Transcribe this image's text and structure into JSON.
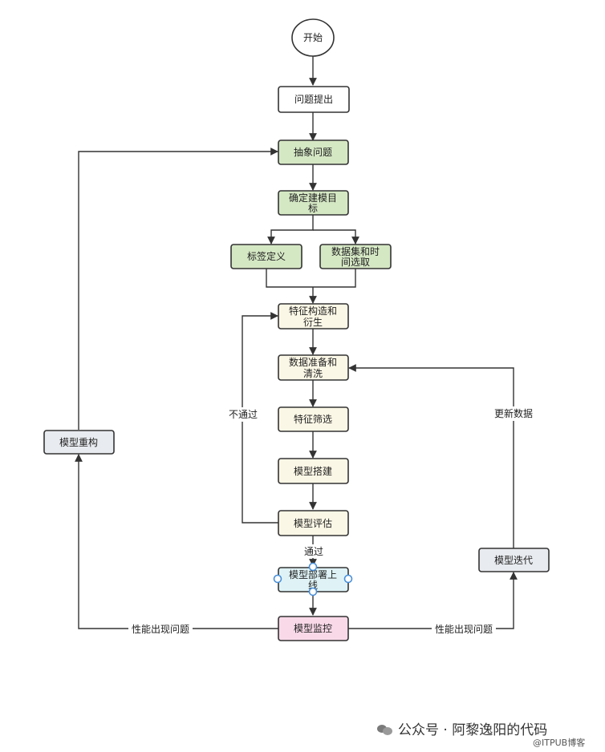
{
  "nodes": {
    "start": "开始",
    "problem": "问题提出",
    "abstract": "抽象问题",
    "target": [
      "确定建模目",
      "标"
    ],
    "label_def": "标签定义",
    "dataset": [
      "数据集和时",
      "间选取"
    ],
    "feature_build": [
      "特征构造和",
      "衍生"
    ],
    "data_prep": [
      "数据准备和",
      "清洗"
    ],
    "feature_select": "特征筛选",
    "model_build": "模型搭建",
    "model_eval": "模型评估",
    "deploy": [
      "模型部署上",
      "线"
    ],
    "monitor": "模型监控",
    "rebuild": "模型重构",
    "iterate": "模型迭代"
  },
  "edge_labels": {
    "fail": "不通过",
    "pass": "通过",
    "update_data": "更新数据",
    "perf_left": "性能出现问题",
    "perf_right": "性能出现问题"
  },
  "colors": {
    "white": "#ffffff",
    "green": "#d5e8c4",
    "cream": "#fbf7e6",
    "cyan": "#dff3f6",
    "pink": "#f9d9e8",
    "gray": "#e8ebef"
  },
  "watermark": "公众号 · 阿黎逸阳的代码",
  "credit": "@ITPUB博客"
}
